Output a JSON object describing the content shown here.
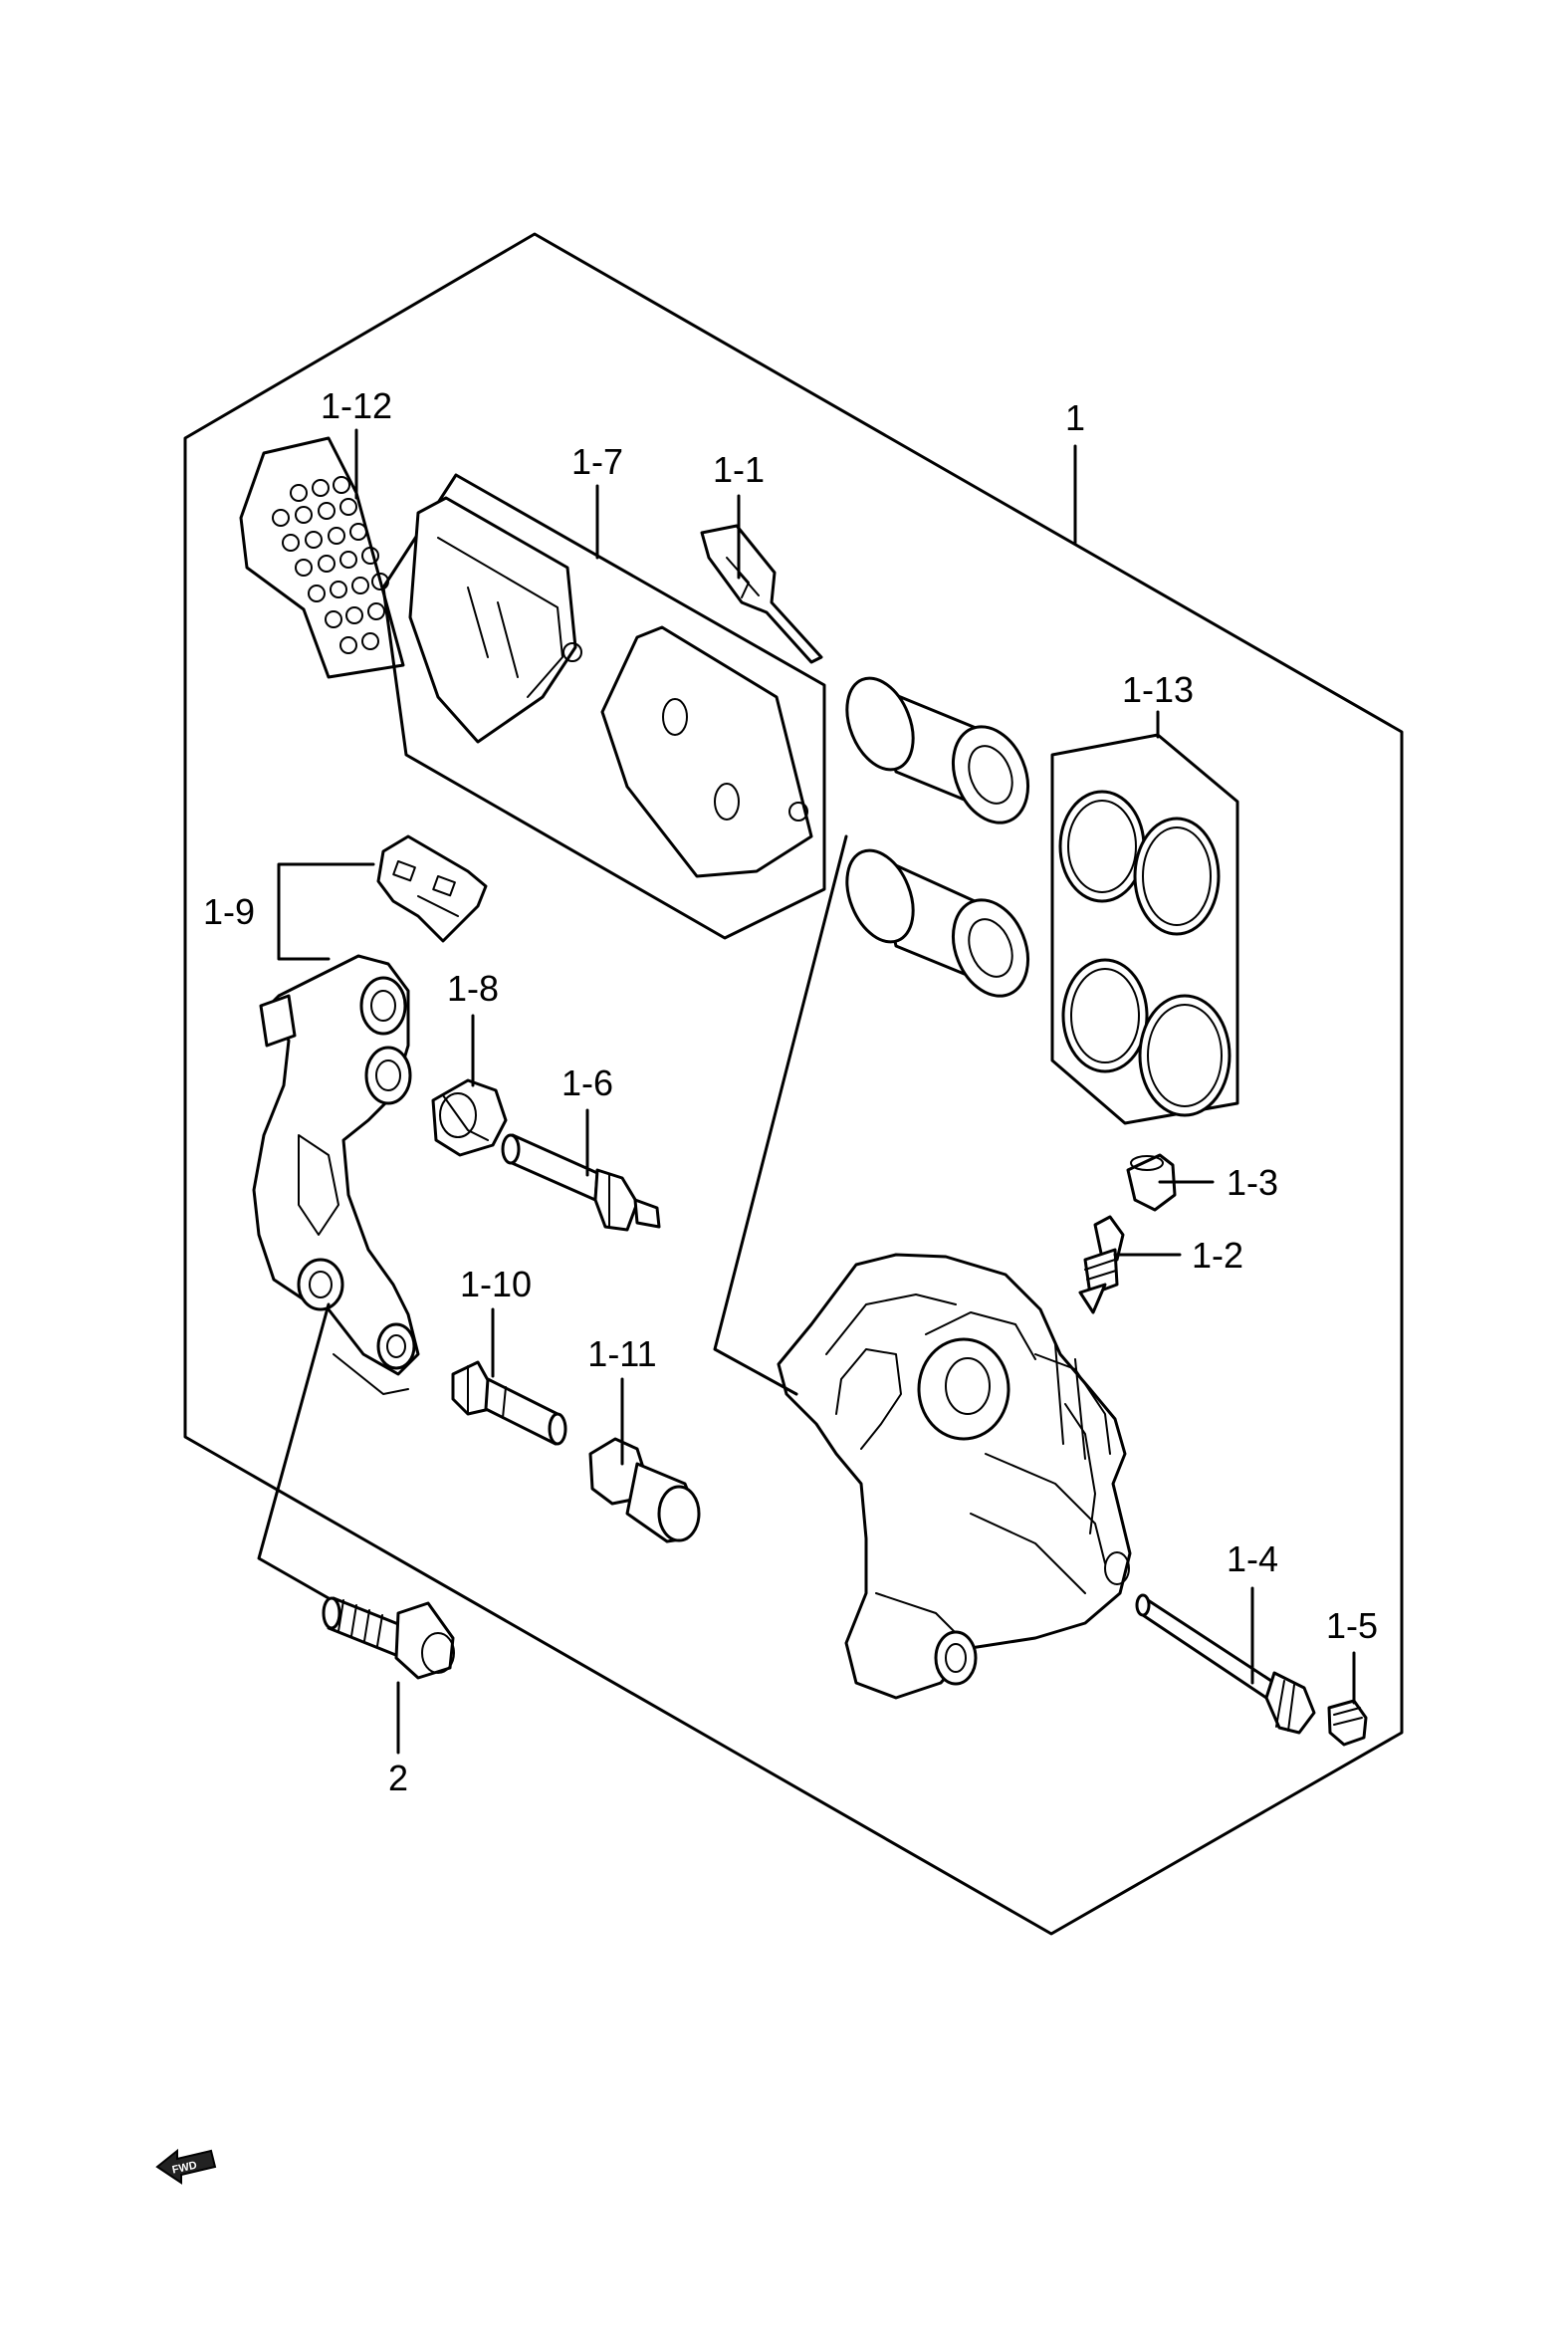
{
  "callouts": {
    "c1": "1",
    "c1_1": "1-1",
    "c1_2": "1-2",
    "c1_3": "1-3",
    "c1_4": "1-4",
    "c1_5": "1-5",
    "c1_6": "1-6",
    "c1_7": "1-7",
    "c1_8": "1-8",
    "c1_9": "1-9",
    "c1_10": "1-10",
    "c1_11": "1-11",
    "c1_12": "1-12",
    "c1_13": "1-13",
    "c2": "2"
  },
  "direction_badge": "FWD"
}
